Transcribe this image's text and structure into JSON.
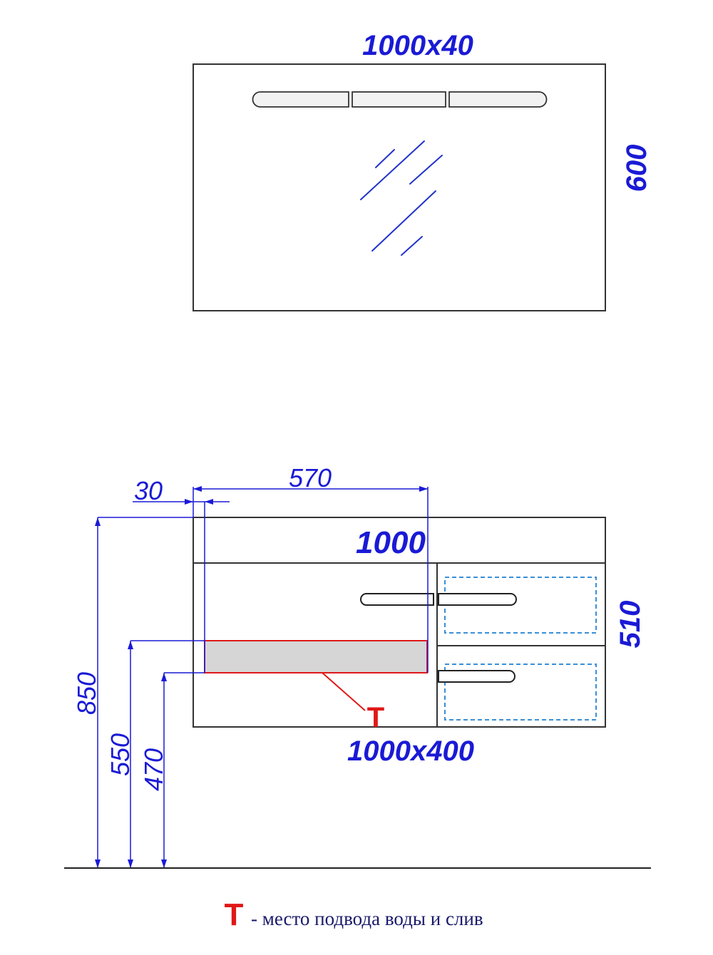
{
  "colors": {
    "dimension": "#1a1ad6",
    "outline": "#333333",
    "marker": "#e01818",
    "zone_fill": "#d6d6d6",
    "drawer_inset": "#3a8fd6"
  },
  "mirror": {
    "width_label": "1000x40",
    "height_label": "600"
  },
  "cabinet": {
    "offset_label": "30",
    "zone_width_label": "570",
    "width_label": "1000",
    "height_label": "510",
    "size_label": "1000x400",
    "height_850": "850",
    "height_550": "550",
    "height_470": "470",
    "marker_letter": "T"
  },
  "legend": {
    "symbol": "T",
    "text": "- место подвода воды и слив"
  }
}
